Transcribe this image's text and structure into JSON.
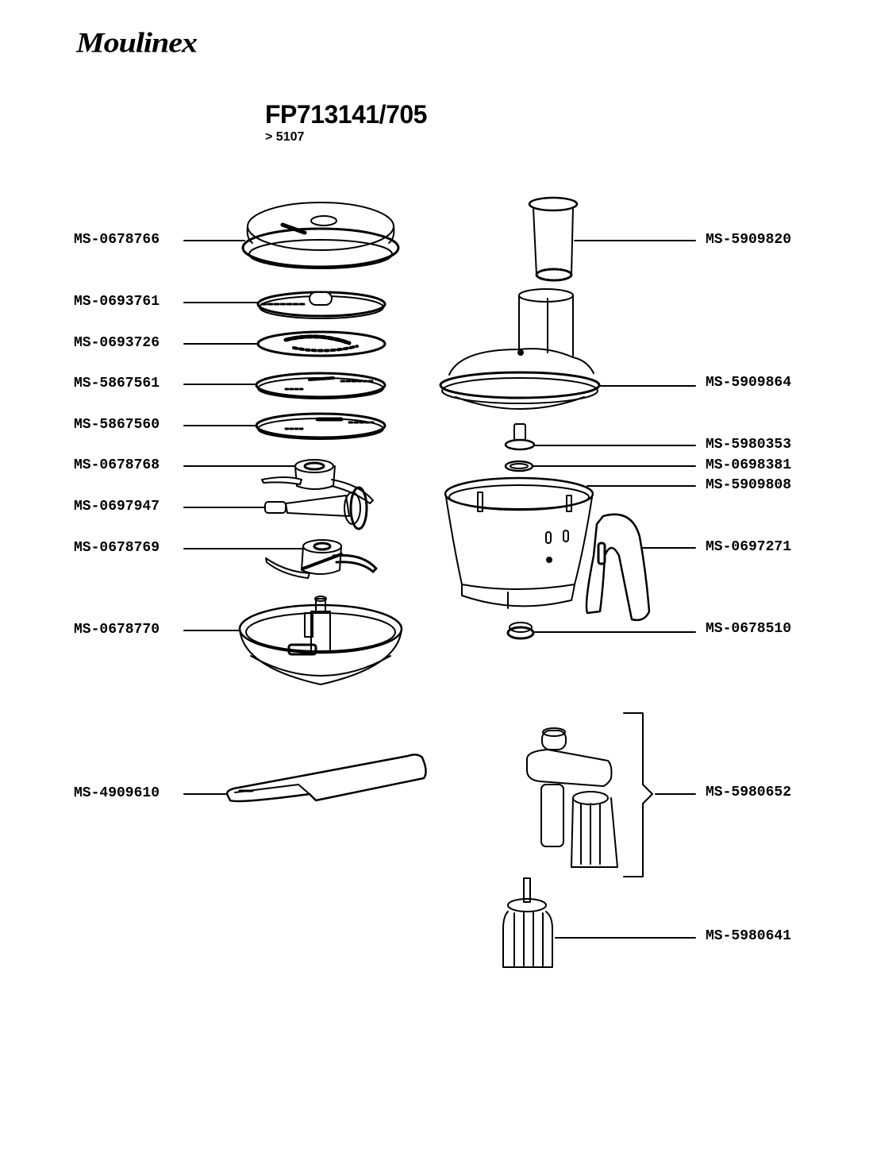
{
  "header": {
    "brand": "Moulinex",
    "model": "FP713141/705",
    "serial": "> 5107"
  },
  "parts_left": [
    {
      "ref": "MS-0678766",
      "part": "lid"
    },
    {
      "ref": "MS-0693761",
      "part": "slicing-disc"
    },
    {
      "ref": "MS-0693726",
      "part": "grating-disc"
    },
    {
      "ref": "MS-5867561",
      "part": "disc-fine"
    },
    {
      "ref": "MS-5867560",
      "part": "disc-coarse"
    },
    {
      "ref": "MS-0678768",
      "part": "upper-blade"
    },
    {
      "ref": "MS-0697947",
      "part": "drive-shaft"
    },
    {
      "ref": "MS-0678769",
      "part": "lower-blade"
    },
    {
      "ref": "MS-0678770",
      "part": "mini-bowl"
    },
    {
      "ref": "MS-4909610",
      "part": "spatula"
    }
  ],
  "parts_right": [
    {
      "ref": "MS-5909820",
      "part": "pusher"
    },
    {
      "ref": "MS-5909864",
      "part": "bowl-lid-with-chute"
    },
    {
      "ref": "MS-5980353",
      "part": "coupling"
    },
    {
      "ref": "MS-0698381",
      "part": "seal-ring"
    },
    {
      "ref": "MS-5909808",
      "part": "bowl"
    },
    {
      "ref": "MS-0697271",
      "part": "handle"
    },
    {
      "ref": "MS-0678510",
      "part": "bowl-foot"
    },
    {
      "ref": "MS-5980652",
      "part": "whisk-assembly"
    },
    {
      "ref": "MS-5980641",
      "part": "whisk"
    }
  ]
}
